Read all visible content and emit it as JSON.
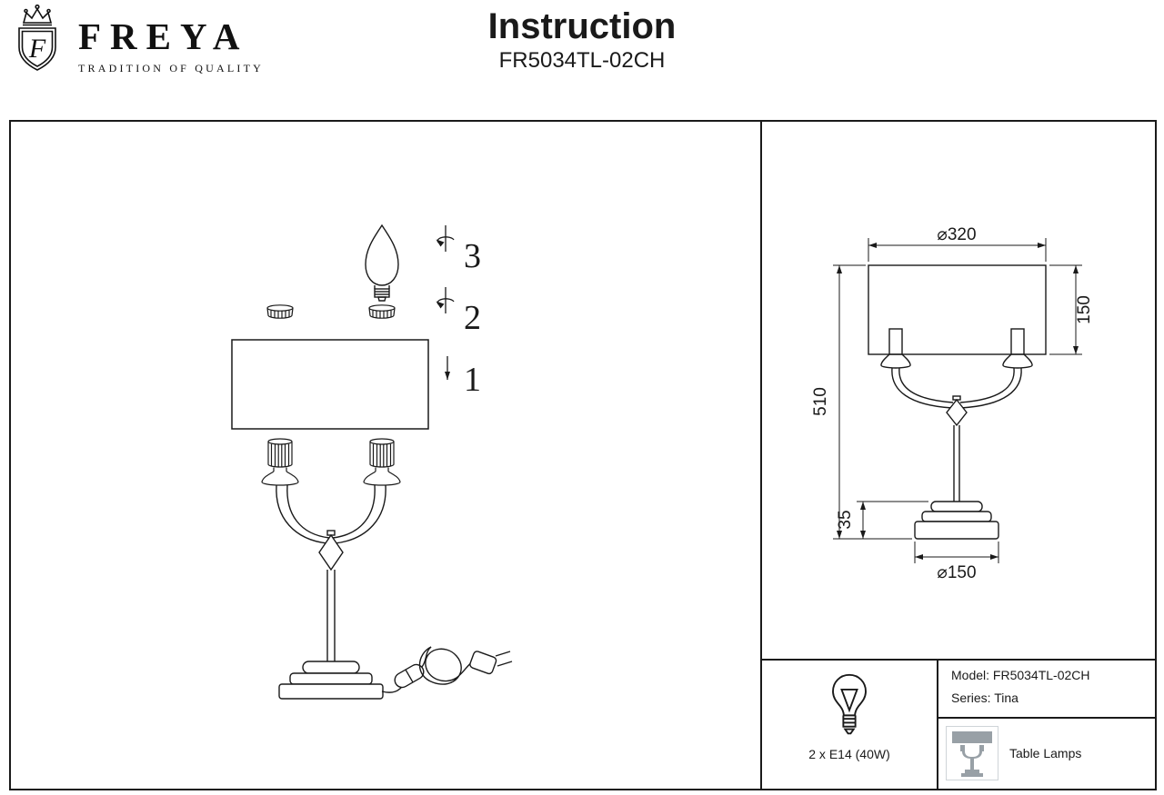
{
  "header": {
    "brand": "FREYA",
    "logo_letter": "F",
    "tagline": "TRADITION OF QUALITY",
    "title": "Instruction",
    "model_code": "FR5034TL-02CH"
  },
  "assembly_steps": {
    "step1": "1",
    "step2": "2",
    "step3": "3"
  },
  "dimensions": {
    "shade_diameter": "⌀320",
    "shade_height": "150",
    "total_height": "510",
    "base_height": "35",
    "base_diameter": "⌀150"
  },
  "specs": {
    "bulb": "2 x E14 (40W)",
    "model_label": "Model: FR5034TL-02CH",
    "series_label": "Series: Tina",
    "category": "Table Lamps"
  },
  "colors": {
    "line": "#1a1a1a",
    "icon_gray": "#98a0a6"
  }
}
